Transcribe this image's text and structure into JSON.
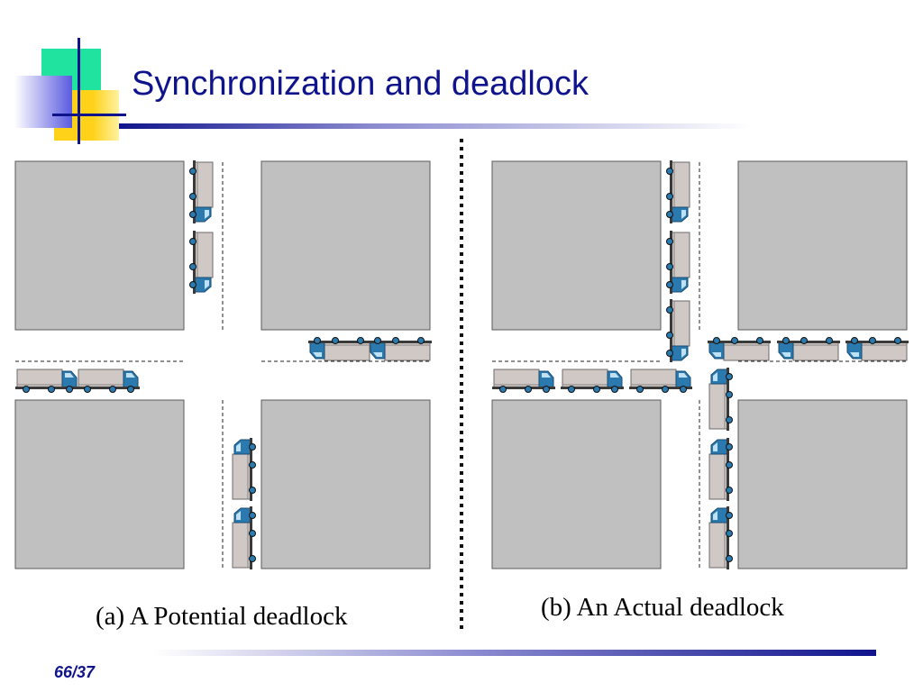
{
  "slide": {
    "title": "Synchronization and deadlock",
    "page_number": "66/37",
    "colors": {
      "title": "#10148c",
      "block": "#c0c0c0",
      "truck_cab": "#2a7ab0",
      "truck_box": "#cfc8c4",
      "accent_green": "#20e3a0",
      "accent_yellow": "#ffd21a",
      "accent_blue": "#5a5ae0"
    }
  },
  "diagram": {
    "panels": [
      {
        "id": "a",
        "caption": "(a) A Potential deadlock"
      },
      {
        "id": "b",
        "caption": "(b) An Actual deadlock"
      }
    ],
    "icons": {
      "vehicle": "truck-icon",
      "block": "city-block"
    }
  }
}
